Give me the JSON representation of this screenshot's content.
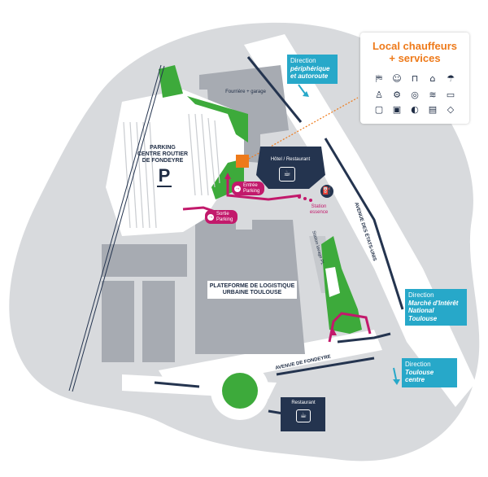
{
  "legend": {
    "title_line1": "Local chauffeurs",
    "title_line2": "+ services",
    "service_icons": [
      "lift-icon",
      "driver-icon",
      "desk-icon",
      "rest-icon",
      "shower-icon",
      "person-icon",
      "wrench-icon",
      "tire-icon",
      "wifi-icon",
      "bed-icon",
      "laundry-icon",
      "parcel-icon",
      "car-wash-icon",
      "tv-icon",
      "fitness-icon"
    ],
    "accent_color": "#ee7a1a"
  },
  "directions": {
    "peripherique": {
      "line1": "Direction",
      "line2": "périphérique",
      "line3": "et autoroute"
    },
    "marche": {
      "line1": "Direction",
      "line2": "Marché d'Intérêt",
      "line3": "National Toulouse"
    },
    "toulouse": {
      "line1": "Direction",
      "line2": "Toulouse centre"
    }
  },
  "labels": {
    "fourriere": "Fourrière + garage",
    "parking_line1": "PARKING",
    "parking_line2": "CENTRE ROUTIER",
    "parking_line3": "DE FONDEYRE",
    "parking_symbol": "P",
    "hotel": "Hôtel / Restaurant",
    "entree_line1": "Entrée",
    "entree_line2": "Parking",
    "sortie_line1": "Sortie",
    "sortie_line2": "Parking",
    "station_line1": "Station",
    "station_line2": "essence",
    "station_lavage": "Station lavage PL",
    "avenue_etats_unis": "AVENUE DES ÉTATS-UNIS",
    "plateforme_line1": "PLATEFORME DE LOGISTIQUE",
    "plateforme_line2": "URBAINE TOULOUSE",
    "avenue_fondeyre": "AVENUE DE FONDEYRE",
    "restaurant": "Restaurant"
  },
  "colors": {
    "land": "#d8dadd",
    "building": "#a7abb2",
    "road": "#ffffff",
    "green": "#3daa3b",
    "dark_navy": "#24344f",
    "magenta": "#c2196b",
    "cyan": "#27a8c9",
    "orange": "#ee7a1a"
  }
}
